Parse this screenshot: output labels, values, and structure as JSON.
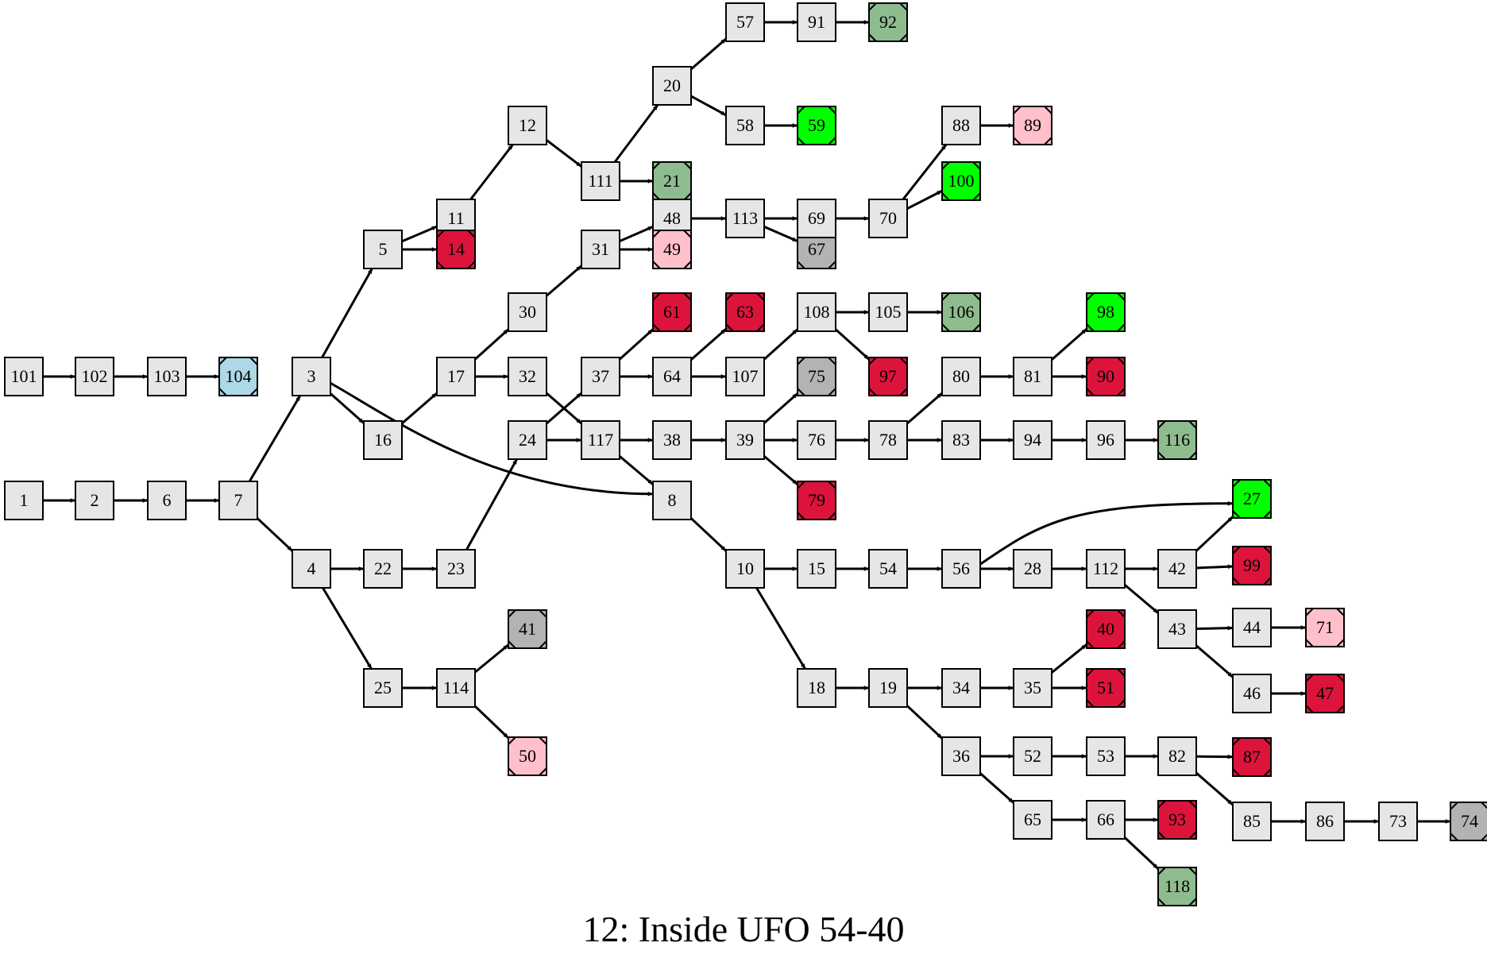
{
  "title": "12: Inside UFO 54-40",
  "colors": {
    "plain": "#e6e6e6",
    "bad_end": "#dc143c",
    "great_end": "#00ff00",
    "good_end": "#8fbc8f",
    "okay_end": "#ffc0cb",
    "neutral_end": "#b3b3b3",
    "special": "#add8e6"
  },
  "nodes": [
    {
      "id": "1",
      "kind": "plain"
    },
    {
      "id": "2",
      "kind": "plain"
    },
    {
      "id": "3",
      "kind": "plain"
    },
    {
      "id": "4",
      "kind": "plain"
    },
    {
      "id": "5",
      "kind": "plain"
    },
    {
      "id": "6",
      "kind": "plain"
    },
    {
      "id": "7",
      "kind": "plain"
    },
    {
      "id": "8",
      "kind": "plain"
    },
    {
      "id": "10",
      "kind": "plain"
    },
    {
      "id": "11",
      "kind": "plain"
    },
    {
      "id": "12",
      "kind": "plain"
    },
    {
      "id": "14",
      "kind": "bad_end"
    },
    {
      "id": "15",
      "kind": "plain"
    },
    {
      "id": "16",
      "kind": "plain"
    },
    {
      "id": "17",
      "kind": "plain"
    },
    {
      "id": "18",
      "kind": "plain"
    },
    {
      "id": "19",
      "kind": "plain"
    },
    {
      "id": "20",
      "kind": "plain"
    },
    {
      "id": "21",
      "kind": "good_end"
    },
    {
      "id": "22",
      "kind": "plain"
    },
    {
      "id": "23",
      "kind": "plain"
    },
    {
      "id": "24",
      "kind": "plain"
    },
    {
      "id": "25",
      "kind": "plain"
    },
    {
      "id": "27",
      "kind": "great_end"
    },
    {
      "id": "28",
      "kind": "plain"
    },
    {
      "id": "30",
      "kind": "plain"
    },
    {
      "id": "31",
      "kind": "plain"
    },
    {
      "id": "32",
      "kind": "plain"
    },
    {
      "id": "34",
      "kind": "plain"
    },
    {
      "id": "35",
      "kind": "plain"
    },
    {
      "id": "36",
      "kind": "plain"
    },
    {
      "id": "37",
      "kind": "plain"
    },
    {
      "id": "38",
      "kind": "plain"
    },
    {
      "id": "39",
      "kind": "plain"
    },
    {
      "id": "40",
      "kind": "bad_end"
    },
    {
      "id": "41",
      "kind": "neutral_end"
    },
    {
      "id": "42",
      "kind": "plain"
    },
    {
      "id": "43",
      "kind": "plain"
    },
    {
      "id": "44",
      "kind": "plain"
    },
    {
      "id": "46",
      "kind": "plain"
    },
    {
      "id": "47",
      "kind": "bad_end"
    },
    {
      "id": "48",
      "kind": "plain"
    },
    {
      "id": "49",
      "kind": "okay_end"
    },
    {
      "id": "50",
      "kind": "okay_end"
    },
    {
      "id": "51",
      "kind": "bad_end"
    },
    {
      "id": "52",
      "kind": "plain"
    },
    {
      "id": "53",
      "kind": "plain"
    },
    {
      "id": "54",
      "kind": "plain"
    },
    {
      "id": "56",
      "kind": "plain"
    },
    {
      "id": "57",
      "kind": "plain"
    },
    {
      "id": "58",
      "kind": "plain"
    },
    {
      "id": "59",
      "kind": "great_end"
    },
    {
      "id": "61",
      "kind": "bad_end"
    },
    {
      "id": "63",
      "kind": "bad_end"
    },
    {
      "id": "64",
      "kind": "plain"
    },
    {
      "id": "65",
      "kind": "plain"
    },
    {
      "id": "66",
      "kind": "plain"
    },
    {
      "id": "67",
      "kind": "neutral_end"
    },
    {
      "id": "69",
      "kind": "plain"
    },
    {
      "id": "70",
      "kind": "plain"
    },
    {
      "id": "71",
      "kind": "okay_end"
    },
    {
      "id": "73",
      "kind": "plain"
    },
    {
      "id": "74",
      "kind": "neutral_end"
    },
    {
      "id": "75",
      "kind": "neutral_end"
    },
    {
      "id": "76",
      "kind": "plain"
    },
    {
      "id": "78",
      "kind": "plain"
    },
    {
      "id": "79",
      "kind": "bad_end"
    },
    {
      "id": "80",
      "kind": "plain"
    },
    {
      "id": "81",
      "kind": "plain"
    },
    {
      "id": "82",
      "kind": "plain"
    },
    {
      "id": "83",
      "kind": "plain"
    },
    {
      "id": "85",
      "kind": "plain"
    },
    {
      "id": "86",
      "kind": "plain"
    },
    {
      "id": "87",
      "kind": "bad_end"
    },
    {
      "id": "88",
      "kind": "plain"
    },
    {
      "id": "89",
      "kind": "okay_end"
    },
    {
      "id": "90",
      "kind": "bad_end"
    },
    {
      "id": "91",
      "kind": "plain"
    },
    {
      "id": "92",
      "kind": "good_end"
    },
    {
      "id": "93",
      "kind": "bad_end"
    },
    {
      "id": "94",
      "kind": "plain"
    },
    {
      "id": "96",
      "kind": "plain"
    },
    {
      "id": "97",
      "kind": "bad_end"
    },
    {
      "id": "98",
      "kind": "great_end"
    },
    {
      "id": "99",
      "kind": "bad_end"
    },
    {
      "id": "100",
      "kind": "great_end"
    },
    {
      "id": "101",
      "kind": "plain"
    },
    {
      "id": "102",
      "kind": "plain"
    },
    {
      "id": "103",
      "kind": "plain"
    },
    {
      "id": "104",
      "kind": "special"
    },
    {
      "id": "105",
      "kind": "plain"
    },
    {
      "id": "106",
      "kind": "good_end"
    },
    {
      "id": "107",
      "kind": "plain"
    },
    {
      "id": "108",
      "kind": "plain"
    },
    {
      "id": "111",
      "kind": "plain"
    },
    {
      "id": "112",
      "kind": "plain"
    },
    {
      "id": "113",
      "kind": "plain"
    },
    {
      "id": "114",
      "kind": "plain"
    },
    {
      "id": "116",
      "kind": "good_end"
    },
    {
      "id": "117",
      "kind": "plain"
    },
    {
      "id": "118",
      "kind": "good_end"
    }
  ],
  "edges": [
    [
      "101",
      "102"
    ],
    [
      "102",
      "103"
    ],
    [
      "103",
      "104"
    ],
    [
      "1",
      "2"
    ],
    [
      "2",
      "6"
    ],
    [
      "6",
      "7"
    ],
    [
      "7",
      "3"
    ],
    [
      "7",
      "4"
    ],
    [
      "3",
      "5"
    ],
    [
      "3",
      "16"
    ],
    [
      "3",
      "8"
    ],
    [
      "5",
      "11"
    ],
    [
      "5",
      "14"
    ],
    [
      "11",
      "12"
    ],
    [
      "12",
      "111"
    ],
    [
      "111",
      "20"
    ],
    [
      "111",
      "21"
    ],
    [
      "20",
      "57"
    ],
    [
      "20",
      "58"
    ],
    [
      "57",
      "91"
    ],
    [
      "91",
      "92"
    ],
    [
      "58",
      "59"
    ],
    [
      "16",
      "17"
    ],
    [
      "17",
      "30"
    ],
    [
      "17",
      "32"
    ],
    [
      "30",
      "31"
    ],
    [
      "31",
      "48"
    ],
    [
      "31",
      "49"
    ],
    [
      "48",
      "113"
    ],
    [
      "113",
      "69"
    ],
    [
      "113",
      "67"
    ],
    [
      "69",
      "70"
    ],
    [
      "70",
      "88"
    ],
    [
      "70",
      "100"
    ],
    [
      "88",
      "89"
    ],
    [
      "32",
      "117"
    ],
    [
      "4",
      "22"
    ],
    [
      "4",
      "25"
    ],
    [
      "22",
      "23"
    ],
    [
      "23",
      "24"
    ],
    [
      "24",
      "37"
    ],
    [
      "24",
      "117"
    ],
    [
      "25",
      "114"
    ],
    [
      "114",
      "41"
    ],
    [
      "114",
      "50"
    ],
    [
      "37",
      "61"
    ],
    [
      "37",
      "64"
    ],
    [
      "64",
      "63"
    ],
    [
      "64",
      "107"
    ],
    [
      "107",
      "108"
    ],
    [
      "108",
      "105"
    ],
    [
      "108",
      "97"
    ],
    [
      "105",
      "106"
    ],
    [
      "117",
      "38"
    ],
    [
      "117",
      "8"
    ],
    [
      "38",
      "39"
    ],
    [
      "39",
      "75"
    ],
    [
      "39",
      "76"
    ],
    [
      "39",
      "79"
    ],
    [
      "76",
      "78"
    ],
    [
      "78",
      "80"
    ],
    [
      "78",
      "83"
    ],
    [
      "80",
      "81"
    ],
    [
      "81",
      "98"
    ],
    [
      "81",
      "90"
    ],
    [
      "83",
      "94"
    ],
    [
      "94",
      "96"
    ],
    [
      "96",
      "116"
    ],
    [
      "8",
      "10"
    ],
    [
      "10",
      "15"
    ],
    [
      "10",
      "18"
    ],
    [
      "15",
      "54"
    ],
    [
      "54",
      "56"
    ],
    [
      "56",
      "27"
    ],
    [
      "56",
      "28"
    ],
    [
      "28",
      "112"
    ],
    [
      "112",
      "42"
    ],
    [
      "112",
      "43"
    ],
    [
      "42",
      "27"
    ],
    [
      "42",
      "99"
    ],
    [
      "43",
      "44"
    ],
    [
      "43",
      "46"
    ],
    [
      "44",
      "71"
    ],
    [
      "46",
      "47"
    ],
    [
      "18",
      "19"
    ],
    [
      "19",
      "34"
    ],
    [
      "19",
      "36"
    ],
    [
      "34",
      "35"
    ],
    [
      "35",
      "40"
    ],
    [
      "35",
      "51"
    ],
    [
      "36",
      "52"
    ],
    [
      "36",
      "65"
    ],
    [
      "52",
      "53"
    ],
    [
      "53",
      "82"
    ],
    [
      "82",
      "87"
    ],
    [
      "82",
      "85"
    ],
    [
      "85",
      "86"
    ],
    [
      "86",
      "73"
    ],
    [
      "73",
      "74"
    ],
    [
      "65",
      "66"
    ],
    [
      "66",
      "93"
    ],
    [
      "66",
      "118"
    ]
  ]
}
